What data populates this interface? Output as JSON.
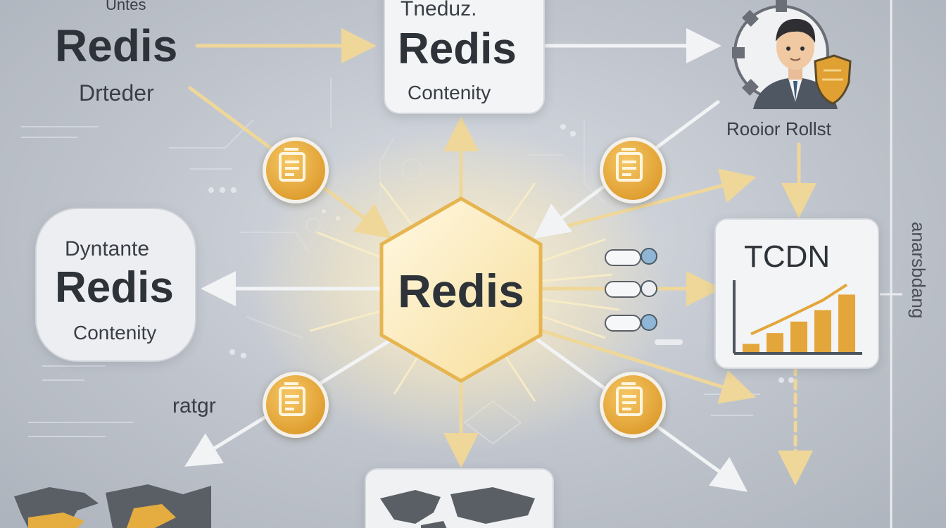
{
  "hub": {
    "label": "Redis"
  },
  "top_left": {
    "caption": "Untes",
    "title": "Redis",
    "subtitle": "Drteder"
  },
  "top_center": {
    "heading": "Tneduz.",
    "title": "Redis",
    "subtitle": "Contenity"
  },
  "left_center": {
    "heading": "Dyntante",
    "title": "Redis",
    "subtitle": "Contenity"
  },
  "top_right": {
    "caption": "Rooior Rollst"
  },
  "chart_card": {
    "title": "TCDN",
    "bar_levels": [
      0.12,
      0.28,
      0.45,
      0.62,
      0.85
    ]
  },
  "bottom_left": {
    "caption": "ratgr"
  },
  "right_edge": {
    "text": "anarsbdang"
  },
  "colors": {
    "accent": "#e3a63a",
    "arrow": "#efd79a",
    "text": "#2e3339",
    "background": "#bfc4cc"
  },
  "icons": [
    "document-icon",
    "person-icon",
    "gear-icon",
    "shield-icon",
    "world-map-icon",
    "bar-chart-icon",
    "hexagon-icon",
    "cursor-icon"
  ]
}
